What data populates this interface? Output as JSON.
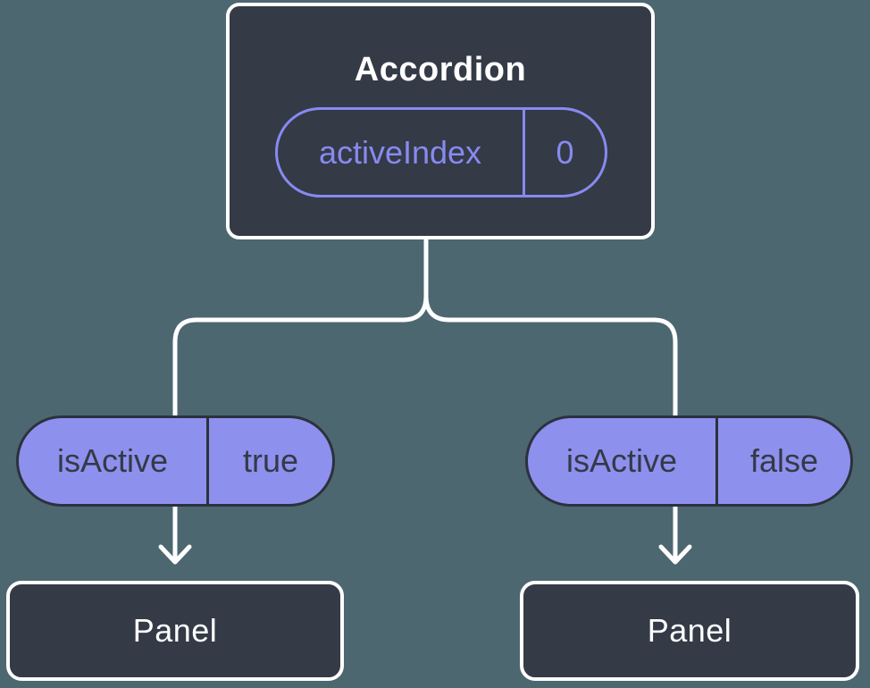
{
  "colors": {
    "background": "#4d6771",
    "card": "#343a46",
    "card_border": "#ffffff",
    "accent_purple": "#878af0",
    "pill_fill": "#8e90ee",
    "pill_border": "#2b323d",
    "pill_text": "#333a46",
    "connector": "#ffffff"
  },
  "tree": {
    "root": {
      "title": "Accordion",
      "state_pill": {
        "key": "activeIndex",
        "value": "0"
      }
    },
    "children": [
      {
        "prop_pill": {
          "key": "isActive",
          "value": "true"
        },
        "node": {
          "title": "Panel"
        }
      },
      {
        "prop_pill": {
          "key": "isActive",
          "value": "false"
        },
        "node": {
          "title": "Panel"
        }
      }
    ]
  }
}
